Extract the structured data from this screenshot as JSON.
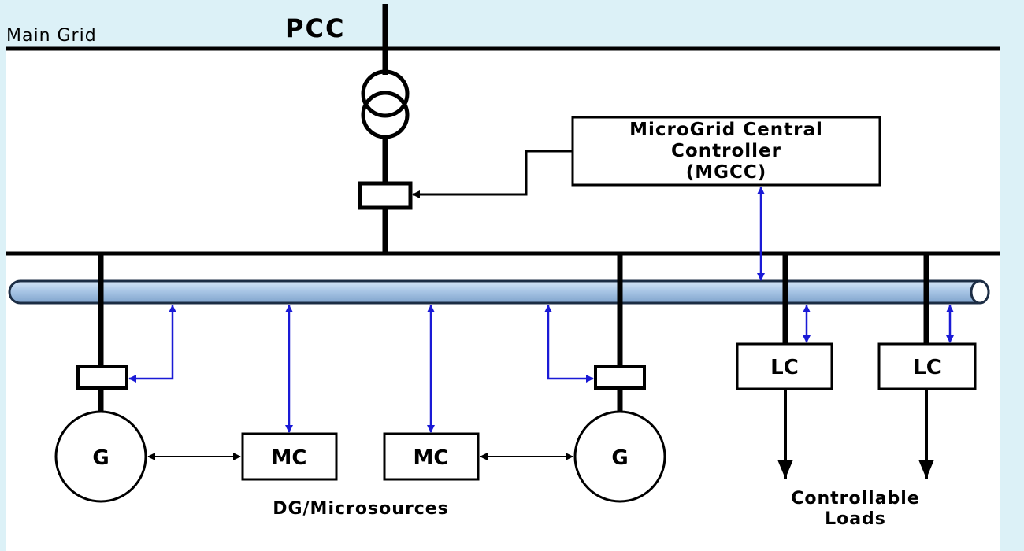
{
  "labels": {
    "main_grid": "Main Grid",
    "pcc": "PCC",
    "mgcc_line1": "MicroGrid Central",
    "mgcc_line2": "Controller",
    "mgcc_line3": "(MGCC)",
    "generator_left": "G",
    "generator_right": "G",
    "mc_left": "MC",
    "mc_right": "MC",
    "lc_left": "LC",
    "lc_right": "LC",
    "dg_caption": "DG/Microsources",
    "loads_line1": "Controllable",
    "loads_line2": "Loads"
  },
  "colors": {
    "background": "#dcf1f7",
    "panel": "#ffffff",
    "line": "#000000",
    "comm_arrow": "#1a1ad6",
    "bus_pipe": "#a9c6e6"
  }
}
